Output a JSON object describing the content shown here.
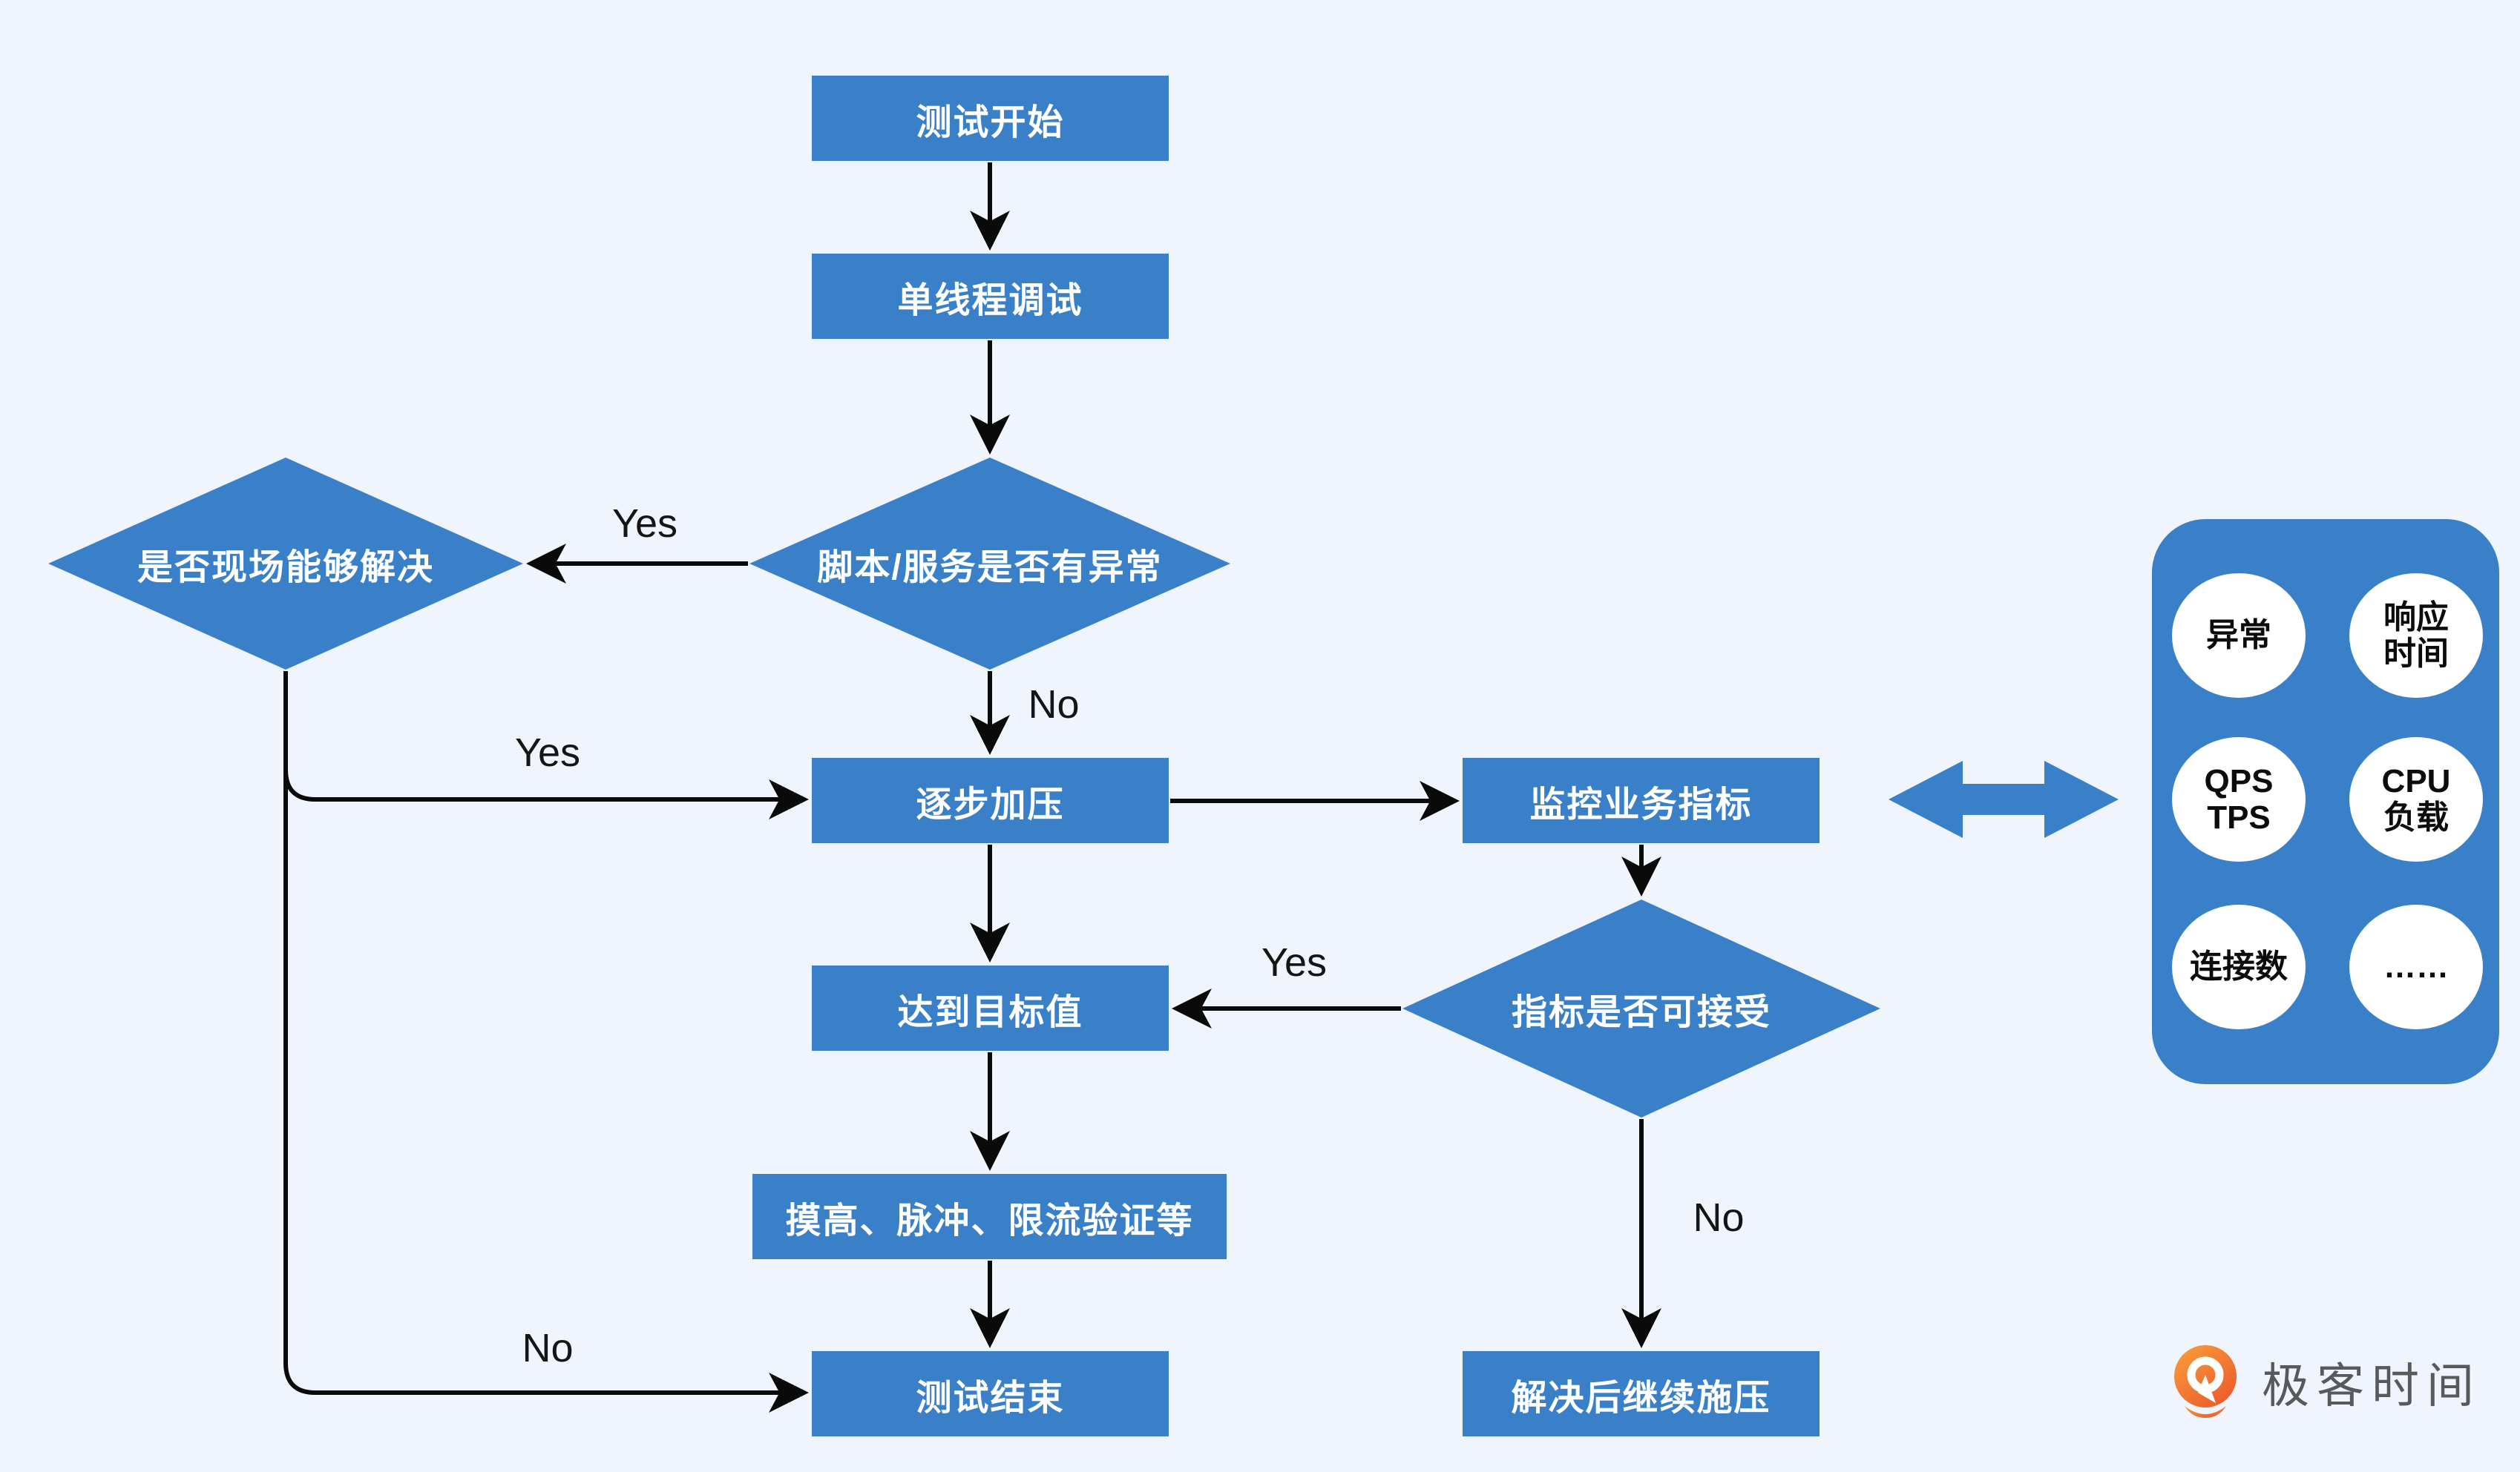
{
  "flowchart": {
    "nodes": {
      "start": "测试开始",
      "single_thread": "单线程调试",
      "script_exception": "脚本/服务是否有异常",
      "onsite_solve": "是否现场能够解决",
      "ramp_up": "逐步加压",
      "monitor_metrics": "监控业务指标",
      "reach_target": "达到目标值",
      "metrics_acceptable": "指标是否可接受",
      "peak_pulse_limit": "摸高、脉冲、限流验证等",
      "test_end": "测试结束",
      "continue_pressure": "解决后继续施压"
    },
    "edge_labels": {
      "script_exception_yes": "Yes",
      "script_exception_no": "No",
      "onsite_solve_yes": "Yes",
      "onsite_solve_no": "No",
      "metrics_acceptable_yes": "Yes",
      "metrics_acceptable_no": "No"
    }
  },
  "metrics_panel": {
    "items": [
      "异常",
      "响应\n时间",
      "QPS\nTPS",
      "CPU\n负载",
      "连接数",
      "……"
    ]
  },
  "logo": {
    "text": "极客时间"
  },
  "colors": {
    "node_blue": "#3A80C8",
    "background": "#F0F4FC",
    "connector_black": "#0A0A0A",
    "node_text_white": "#FFFFFF",
    "logo_orange": "#EE6330",
    "logo_text_gray": "#58595B"
  }
}
